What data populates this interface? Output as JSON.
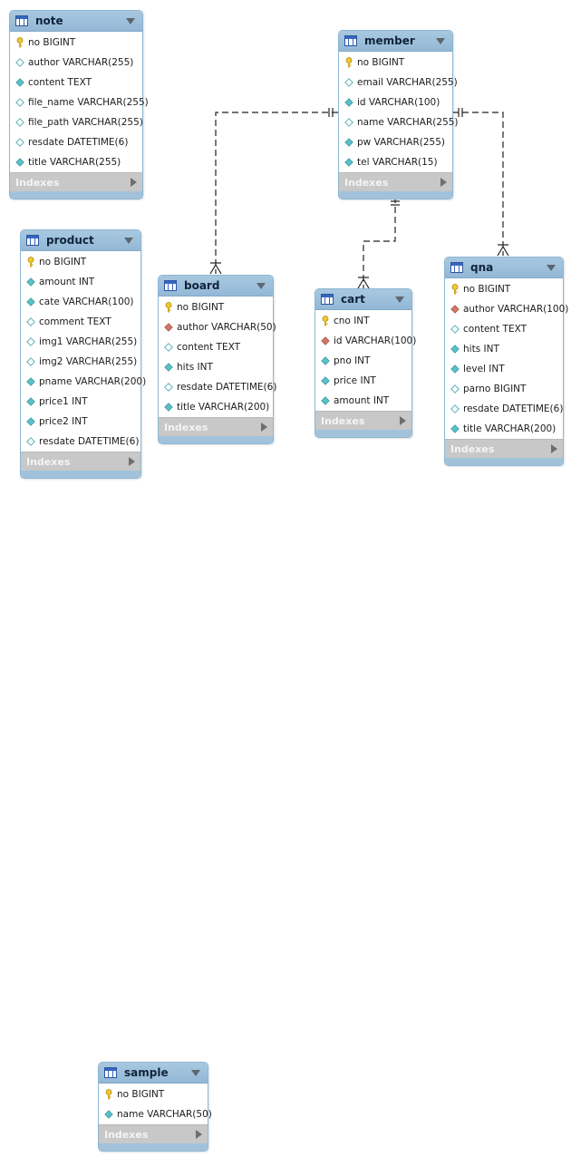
{
  "diagram": {
    "indexes_label": "Indexes",
    "tables": {
      "note": {
        "name": "note",
        "columns": [
          {
            "label": "no BIGINT",
            "icon": "primary-key"
          },
          {
            "label": "author VARCHAR(255)",
            "icon": "nullable"
          },
          {
            "label": "content TEXT",
            "icon": "not-null"
          },
          {
            "label": "file_name VARCHAR(255)",
            "icon": "nullable"
          },
          {
            "label": "file_path VARCHAR(255)",
            "icon": "nullable"
          },
          {
            "label": "resdate DATETIME(6)",
            "icon": "nullable"
          },
          {
            "label": "title VARCHAR(255)",
            "icon": "not-null"
          }
        ]
      },
      "member": {
        "name": "member",
        "columns": [
          {
            "label": "no BIGINT",
            "icon": "primary-key"
          },
          {
            "label": "email VARCHAR(255)",
            "icon": "nullable"
          },
          {
            "label": "id VARCHAR(100)",
            "icon": "not-null"
          },
          {
            "label": "name VARCHAR(255)",
            "icon": "nullable"
          },
          {
            "label": "pw VARCHAR(255)",
            "icon": "not-null"
          },
          {
            "label": "tel VARCHAR(15)",
            "icon": "not-null"
          }
        ]
      },
      "product": {
        "name": "product",
        "columns": [
          {
            "label": "no BIGINT",
            "icon": "primary-key"
          },
          {
            "label": "amount INT",
            "icon": "not-null"
          },
          {
            "label": "cate VARCHAR(100)",
            "icon": "not-null"
          },
          {
            "label": "comment TEXT",
            "icon": "nullable"
          },
          {
            "label": "img1 VARCHAR(255)",
            "icon": "nullable"
          },
          {
            "label": "img2 VARCHAR(255)",
            "icon": "nullable"
          },
          {
            "label": "pname VARCHAR(200)",
            "icon": "not-null"
          },
          {
            "label": "price1 INT",
            "icon": "not-null"
          },
          {
            "label": "price2 INT",
            "icon": "not-null"
          },
          {
            "label": "resdate DATETIME(6)",
            "icon": "nullable"
          }
        ]
      },
      "board": {
        "name": "board",
        "columns": [
          {
            "label": "no BIGINT",
            "icon": "primary-key"
          },
          {
            "label": "author VARCHAR(50)",
            "icon": "foreign-key"
          },
          {
            "label": "content TEXT",
            "icon": "nullable"
          },
          {
            "label": "hits INT",
            "icon": "not-null"
          },
          {
            "label": "resdate DATETIME(6)",
            "icon": "nullable"
          },
          {
            "label": "title VARCHAR(200)",
            "icon": "not-null"
          }
        ]
      },
      "cart": {
        "name": "cart",
        "columns": [
          {
            "label": "cno INT",
            "icon": "primary-key"
          },
          {
            "label": "id VARCHAR(100)",
            "icon": "foreign-key"
          },
          {
            "label": "pno INT",
            "icon": "not-null"
          },
          {
            "label": "price INT",
            "icon": "not-null"
          },
          {
            "label": "amount INT",
            "icon": "not-null"
          }
        ]
      },
      "qna": {
        "name": "qna",
        "columns": [
          {
            "label": "no BIGINT",
            "icon": "primary-key"
          },
          {
            "label": "author VARCHAR(100)",
            "icon": "foreign-key"
          },
          {
            "label": "content TEXT",
            "icon": "nullable"
          },
          {
            "label": "hits INT",
            "icon": "not-null"
          },
          {
            "label": "level INT",
            "icon": "not-null"
          },
          {
            "label": "parno BIGINT",
            "icon": "nullable"
          },
          {
            "label": "resdate DATETIME(6)",
            "icon": "nullable"
          },
          {
            "label": "title VARCHAR(200)",
            "icon": "not-null"
          }
        ]
      },
      "sample": {
        "name": "sample",
        "columns": [
          {
            "label": "no BIGINT",
            "icon": "primary-key"
          },
          {
            "label": "name VARCHAR(50)",
            "icon": "not-null"
          }
        ]
      }
    },
    "relationships": [
      {
        "from": "member",
        "to": "board",
        "cardinality": "one-to-many"
      },
      {
        "from": "member",
        "to": "cart",
        "cardinality": "one-to-many"
      },
      {
        "from": "member",
        "to": "qna",
        "cardinality": "one-to-many"
      }
    ],
    "colors": {
      "header": "#9dbfdb",
      "indexes_bar": "#c8c8c8",
      "primary_key": "#e8c020",
      "foreign_key": "#d07868",
      "not_null": "#5cc0c8",
      "connector": "#222222"
    }
  }
}
